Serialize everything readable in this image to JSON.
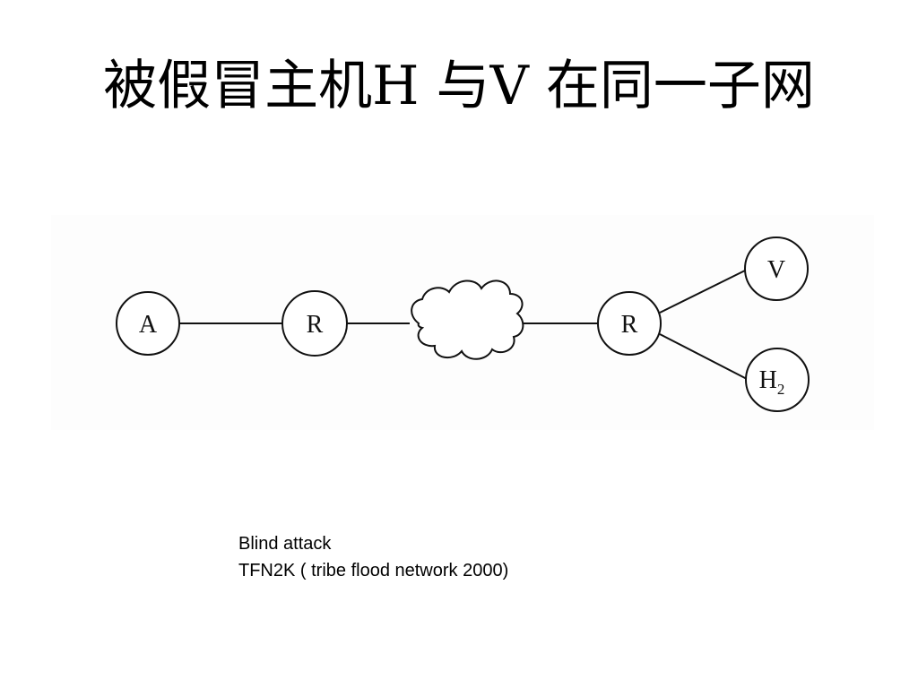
{
  "slide": {
    "title": "被假冒主机H 与V 在同一子网"
  },
  "diagram": {
    "nodes": [
      {
        "id": "attacker",
        "label": "A",
        "subscript": ""
      },
      {
        "id": "router-left",
        "label": "R",
        "subscript": ""
      },
      {
        "id": "router-right",
        "label": "R",
        "subscript": ""
      },
      {
        "id": "victim",
        "label": "V",
        "subscript": ""
      },
      {
        "id": "spoofed-host",
        "label": "H",
        "subscript": "2"
      }
    ],
    "edges": [
      [
        "attacker",
        "router-left"
      ],
      [
        "router-left",
        "internet-cloud"
      ],
      [
        "internet-cloud",
        "router-right"
      ],
      [
        "router-right",
        "victim"
      ],
      [
        "router-right",
        "spoofed-host"
      ]
    ],
    "cloud_icon": "cloud-icon"
  },
  "notes": {
    "line1": "Blind attack",
    "line2": "TFN2K ( tribe flood network 2000)"
  }
}
